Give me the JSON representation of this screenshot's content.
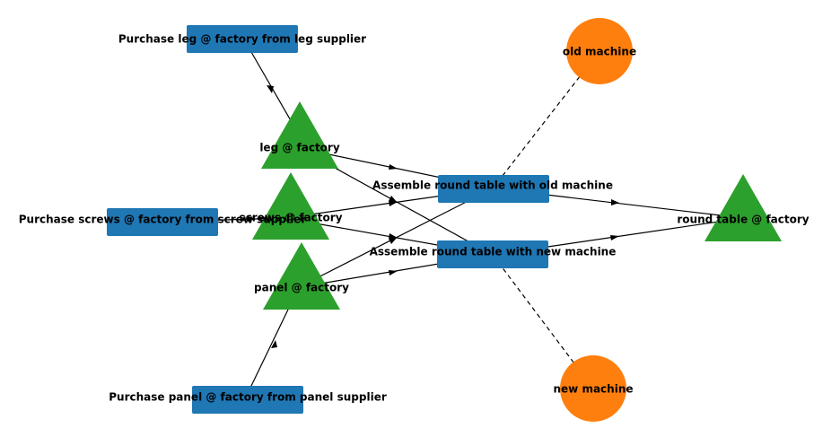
{
  "colors": {
    "process": "#1f77b4",
    "product": "#2ca02c",
    "resource": "#ff7f0e"
  },
  "nodes": {
    "purchase_leg": "Purchase leg @ factory from leg supplier",
    "purchase_screws": "Purchase screws @ factory from screw supplier",
    "purchase_panel": "Purchase panel @ factory from panel supplier",
    "leg": "leg @ factory",
    "screws": "screws @ factory",
    "panel": "panel @ factory",
    "assemble_old": "Assemble round table with old machine",
    "assemble_new": "Assemble round table with new machine",
    "old_machine": "old machine",
    "new_machine": "new machine",
    "round_table": "round table @ factory"
  }
}
